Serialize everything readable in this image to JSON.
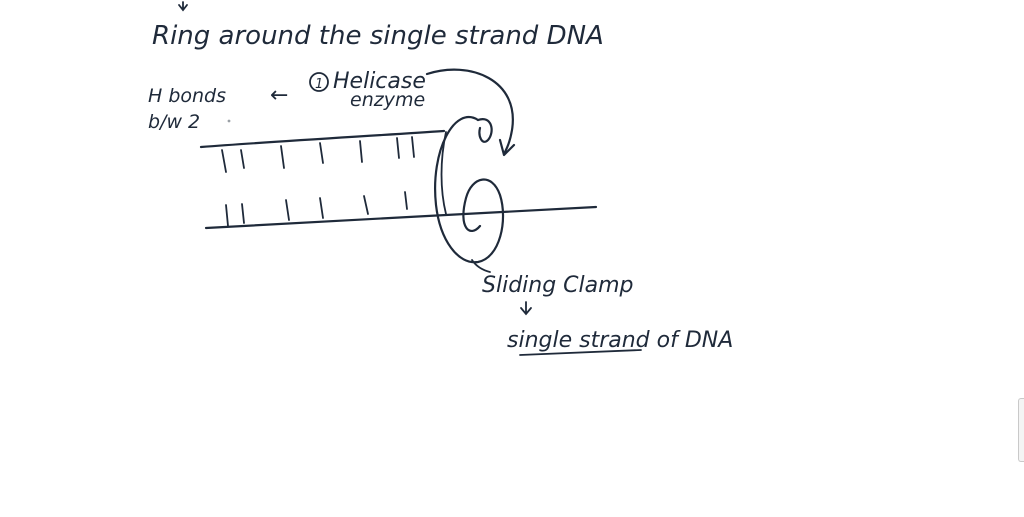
{
  "labels": {
    "ring_note": "Ring around the single strand DNA",
    "hbonds_line1": "H bonds",
    "hbonds_line2": "b/w 2",
    "helicase_number": "1",
    "helicase_line1": "Helicase",
    "helicase_line2": "enzyme",
    "sliding_clamp": "Sliding Clamp",
    "single_strand": "single strand of DNA"
  },
  "arrows": {
    "hbonds_to_helicase": "←"
  }
}
